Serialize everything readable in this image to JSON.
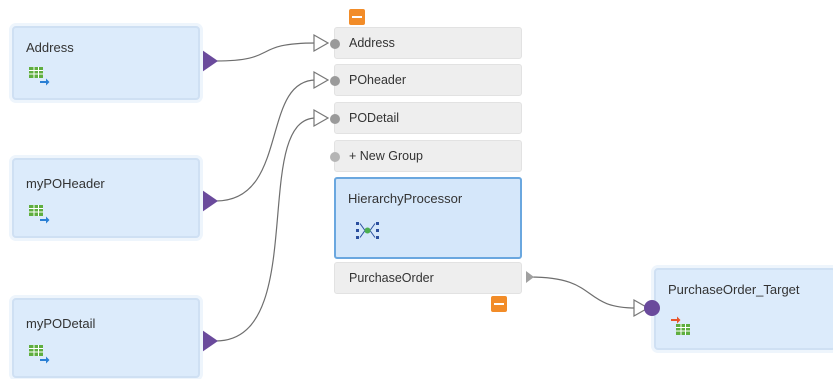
{
  "sources": [
    {
      "name": "Address",
      "icon": "table-source-icon"
    },
    {
      "name": "myPOHeader",
      "icon": "table-source-icon"
    },
    {
      "name": "myPODetail",
      "icon": "table-source-icon"
    }
  ],
  "hierarchy_processor": {
    "title": "HierarchyProcessor",
    "icon": "hierarchy-processor-icon",
    "input_groups": [
      "Address",
      "POheader",
      "PODetail"
    ],
    "new_group_label": "+ New Group",
    "output_group": "PurchaseOrder"
  },
  "target": {
    "name": "PurchaseOrder_Target",
    "icon": "table-target-icon"
  },
  "colors": {
    "node_fill": "#dcebfb",
    "selected_border": "#6aa7df",
    "port_purple": "#6a4a9c",
    "collapse_orange": "#f28c28"
  }
}
